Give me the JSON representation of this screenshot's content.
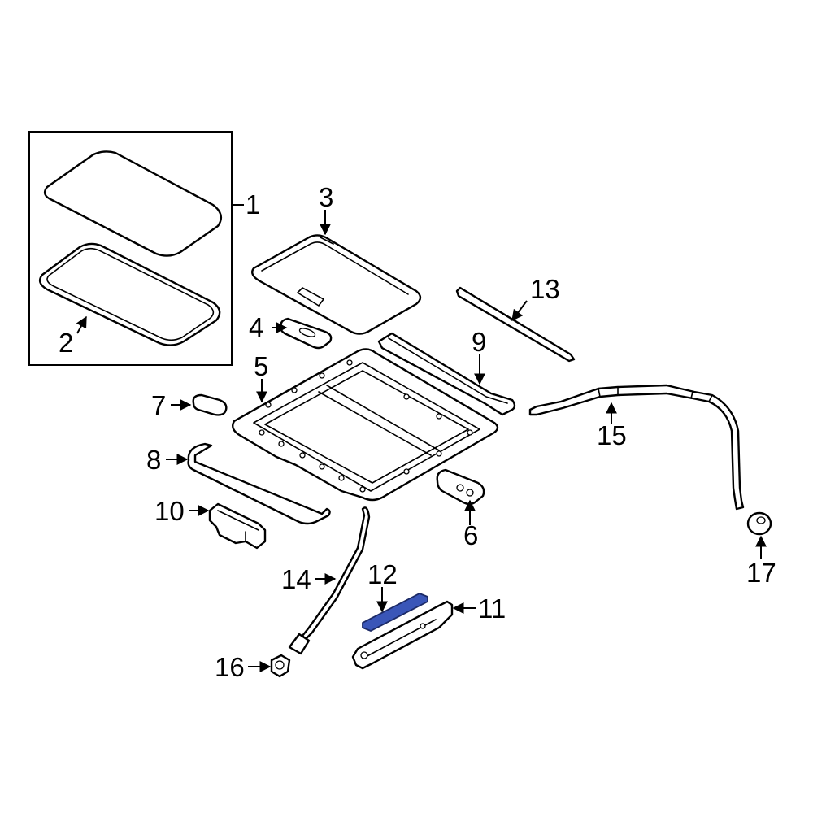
{
  "highlight_color": "#3a56b8",
  "callouts": {
    "c1": "1",
    "c2": "2",
    "c3": "3",
    "c4": "4",
    "c5": "5",
    "c6": "6",
    "c7": "7",
    "c8": "8",
    "c9": "9",
    "c10": "10",
    "c11": "11",
    "c12": "12",
    "c13": "13",
    "c14": "14",
    "c15": "15",
    "c16": "16",
    "c17": "17"
  }
}
